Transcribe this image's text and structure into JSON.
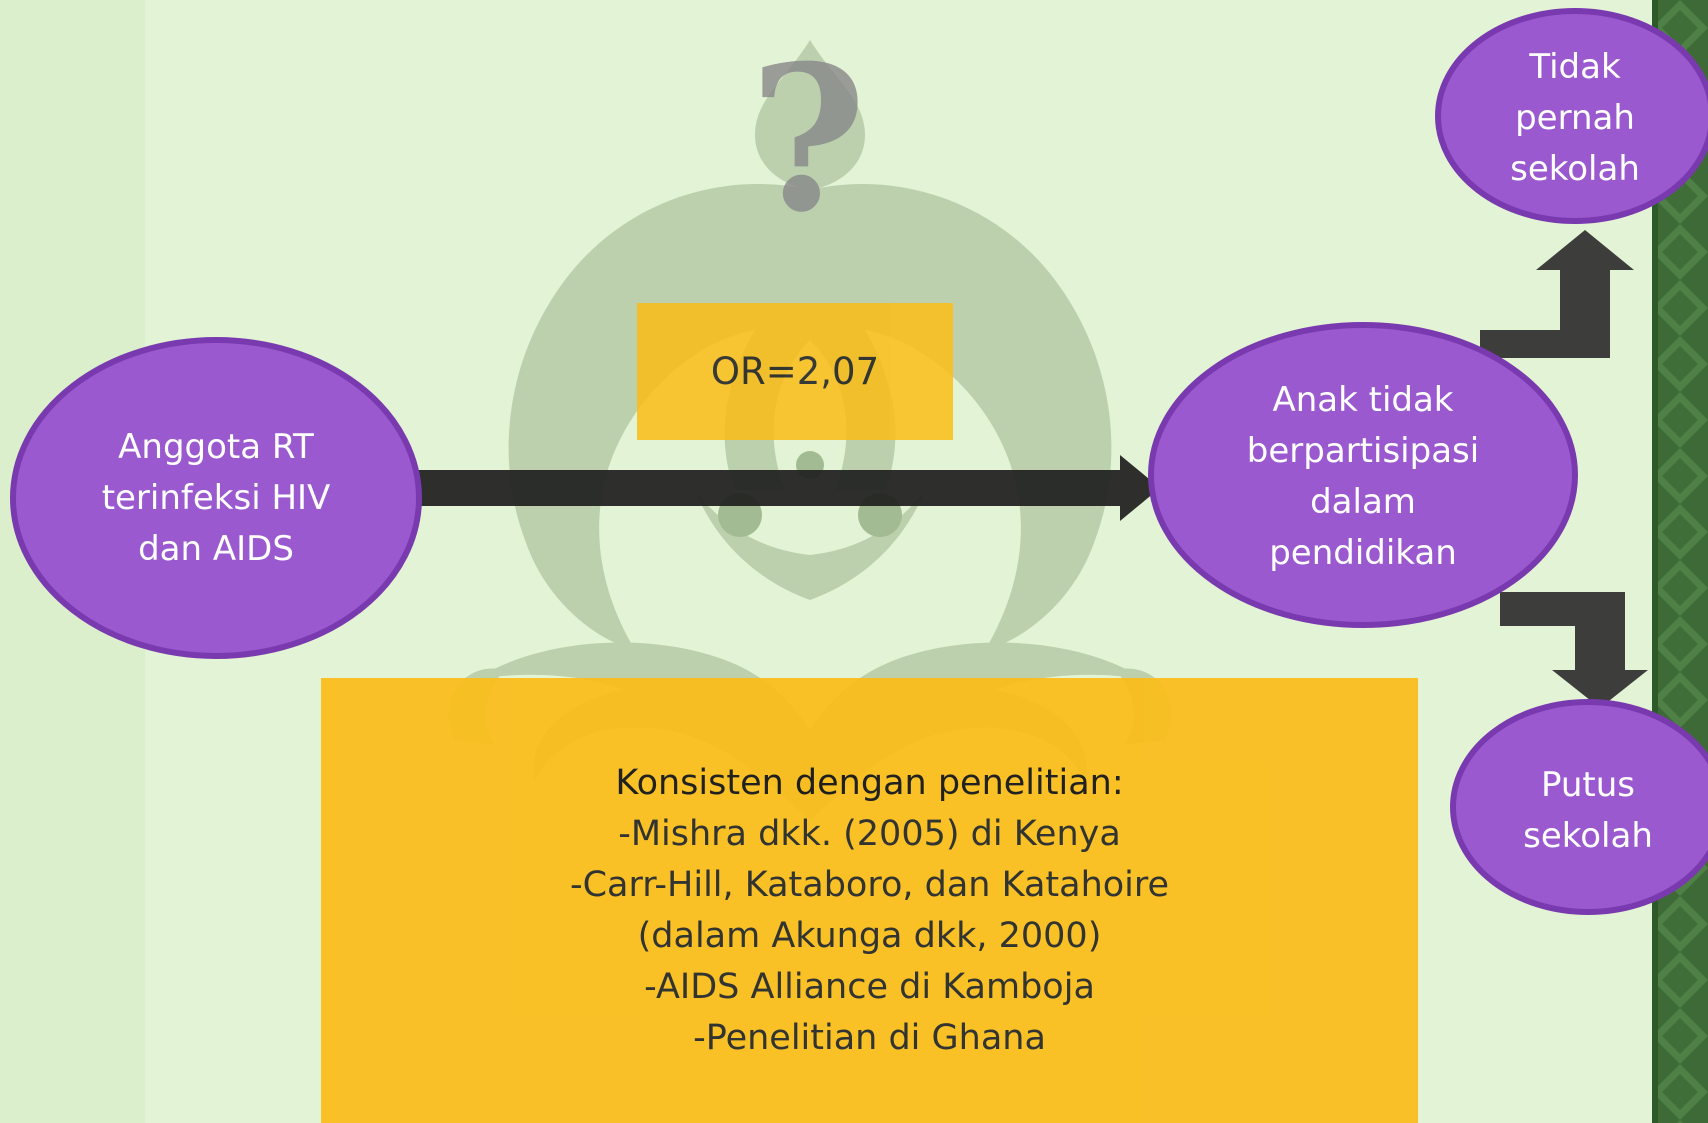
{
  "nodes": {
    "source": {
      "label_lines": [
        "Anggota RT",
        "terinfeksi HIV",
        "dan AIDS"
      ]
    },
    "outcome": {
      "label_lines": [
        "Anak tidak",
        "berpartisipasi",
        "dalam",
        "pendidikan"
      ]
    },
    "never_school": {
      "label_lines": [
        "Tidak",
        "pernah",
        "sekolah"
      ]
    },
    "dropout": {
      "label_lines": [
        "Putus",
        "sekolah"
      ]
    }
  },
  "odds_ratio": "OR=2,07",
  "question_icon": "question-mark-icon",
  "references": {
    "heading": "Konsisten dengan penelitian:",
    "items": [
      "-Mishra dkk. (2005) di Kenya",
      "-Carr-Hill, Kataboro, dan Katahoire",
      "(dalam Akunga dkk, 2000)",
      "-AIDS Alliance di Kamboja",
      "-Penelitian di Ghana"
    ]
  },
  "colors": {
    "background": "#e3f3d5",
    "node_fill": "#9b59d0",
    "node_stroke": "#7a3aaf",
    "box_fill": "#fbbd18",
    "arrow_fill": "#1e1e1e",
    "border_green": "#3d6a36"
  }
}
